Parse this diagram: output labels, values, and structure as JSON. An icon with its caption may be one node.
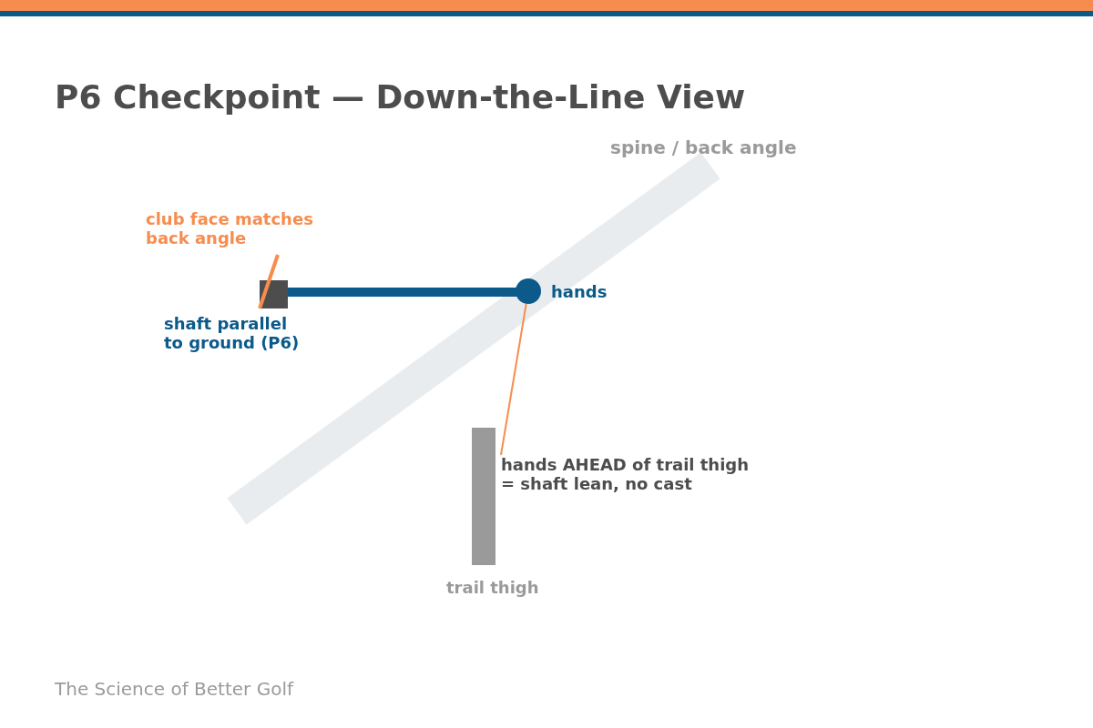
{
  "diagram": {
    "title": "P6 Checkpoint — Down-the-Line View",
    "caption": "The Science of Better Golf",
    "nodes": [
      {
        "text": [],
        "shape": "circle",
        "beside": [
          "hands"
        ]
      },
      {
        "text": [
          "hands AHEAD of trail thigh = shaft lean, no cast"
        ]
      }
    ],
    "edges": [
      {
        "from": 1,
        "to": 0,
        "arrow": "none"
      }
    ],
    "labels": [
      "spine / back angle",
      "club face matches back angle",
      "shaft parallel to ground (P6)",
      "trail thigh"
    ]
  }
}
